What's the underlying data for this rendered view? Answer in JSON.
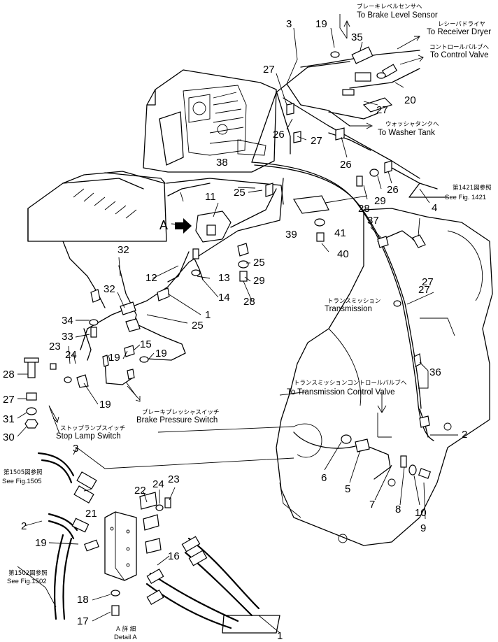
{
  "callouts": {
    "to_brake_level_sensor": {
      "jp": "ブレーキレベルセンサへ",
      "en": "To Brake Level Sensor"
    },
    "to_receiver_dryer": {
      "jp": "レシーバドライヤ",
      "en": "To Receiver Dryer"
    },
    "to_control_valve": {
      "jp": "コントロールバルブへ",
      "en": "To Control Valve"
    },
    "to_washer_tank": {
      "jp": "ウォッシャタンクへ",
      "en": "To Washer Tank"
    },
    "see_fig_1421": {
      "jp": "第1421図参照",
      "en": "See Fig. 1421"
    },
    "transmission": {
      "jp": "トランスミッション",
      "en": "Transmission"
    },
    "to_transmission_control_valve": {
      "jp": "トランスミッションコントロールバルブへ",
      "en": "To Transmission Control Valve"
    },
    "brake_pressure_switch": {
      "jp": "ブレーキプレッシャスイッチ",
      "en": "Brake Pressure Switch"
    },
    "stop_lamp_switch": {
      "jp": "ストップランプスイッチ",
      "en": "Stop Lamp Switch"
    },
    "see_fig_1505": {
      "jp": "第1505図参照",
      "en": "See Fig.1505"
    },
    "see_fig_1502": {
      "jp": "第1502図参照",
      "en": "See Fig.1502"
    },
    "detail_a": {
      "jp": "A 詳 細",
      "en": "Detail A"
    },
    "view_a": "A"
  },
  "part_numbers": [
    "1",
    "2",
    "3",
    "4",
    "5",
    "6",
    "7",
    "8",
    "9",
    "10",
    "11",
    "12",
    "13",
    "14",
    "15",
    "16",
    "17",
    "18",
    "19",
    "20",
    "21",
    "22",
    "23",
    "24",
    "25",
    "26",
    "27",
    "28",
    "29",
    "30",
    "31",
    "32",
    "33",
    "34",
    "35",
    "36",
    "37",
    "38",
    "39",
    "40",
    "41"
  ]
}
